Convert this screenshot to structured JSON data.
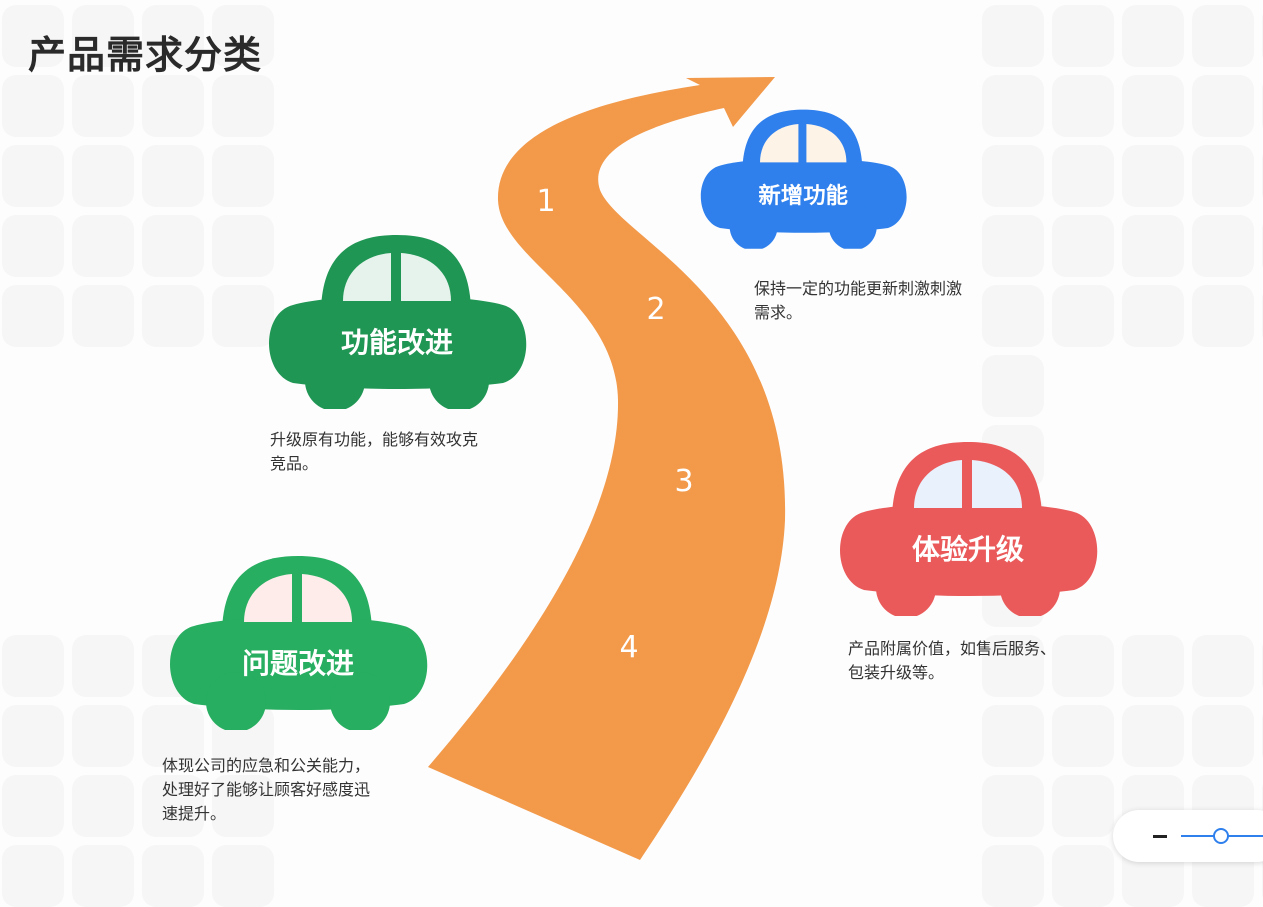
{
  "title": "产品需求分类",
  "steps": [
    "1",
    "2",
    "3",
    "4"
  ],
  "categories": [
    {
      "key": "new",
      "label": "新增功能",
      "desc_lines": [
        "保持一定的功能更新刺激刺激",
        "需求。"
      ],
      "color": "#2f80ed",
      "window_color": "#fdf3e7"
    },
    {
      "key": "improve",
      "label": "功能改进",
      "desc_lines": [
        "升级原有功能，能够有效攻克",
        "竞品。"
      ],
      "color": "#1f9654",
      "window_color": "#e6f3ec"
    },
    {
      "key": "experience",
      "label": "体验升级",
      "desc_lines": [
        "产品附属价值，如售后服务、",
        "包装升级等。"
      ],
      "color": "#ea5a5a",
      "window_color": "#e8f1fc"
    },
    {
      "key": "issue",
      "label": "问题改进",
      "desc_lines": [
        "体现公司的应急和公关能力，",
        "处理好了能够让顾客好感度迅",
        "速提升。"
      ],
      "color": "#27ae60",
      "window_color": "#fdecea"
    }
  ],
  "road_color": "#f2994a",
  "zoom_control": {
    "minus_icon": "minus-icon",
    "slider": "zoom-slider"
  }
}
